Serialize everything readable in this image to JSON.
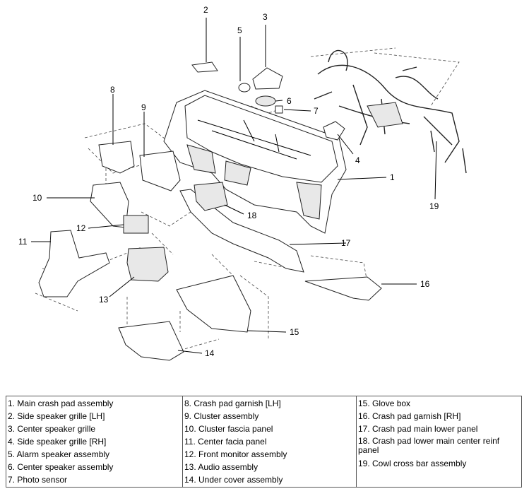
{
  "callouts": [
    "2",
    "3",
    "5",
    "6",
    "7",
    "8",
    "9",
    "10",
    "11",
    "12",
    "13",
    "14",
    "15",
    "16",
    "17",
    "18",
    "1",
    "4",
    "19"
  ],
  "legend": {
    "col1": [
      "1. Main crash pad assembly",
      "2. Side speaker grille [LH]",
      "3. Center speaker grille",
      "4. Side speaker grille [RH]",
      "5. Alarm speaker assembly",
      "6. Center speaker assembly",
      "7. Photo sensor"
    ],
    "col2": [
      "8. Crash pad garnish [LH]",
      "9. Cluster assembly",
      "10. Cluster fascia panel",
      "11. Center facia panel",
      "12. Front monitor assembly",
      "13. Audio assembly",
      "14. Under cover assembly"
    ],
    "col3": [
      "15. Glove box",
      "16. Crash pad garnish [RH]",
      "17. Crash pad main lower panel",
      "18. Crash pad lower main center reinf panel",
      "19. Cowl cross bar assembly"
    ]
  }
}
